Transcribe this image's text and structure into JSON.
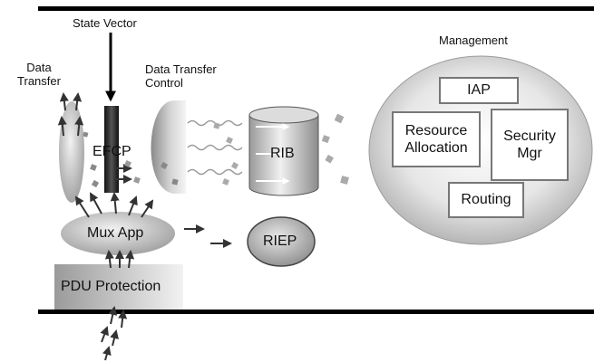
{
  "labels": {
    "state_vector": "State Vector",
    "data_transfer_line1": "Data",
    "data_transfer_line2": "Transfer",
    "dtc_line1": "Data Transfer",
    "dtc_line2": "Control",
    "management": "Management",
    "efcp": "EFCP",
    "rib": "RIB",
    "mux_app": "Mux App",
    "riep": "RIEP",
    "pdu_protection": "PDU Protection"
  },
  "management_boxes": {
    "iap": "IAP",
    "resource_line1": "Resource",
    "resource_line2": "Allocation",
    "security_line1": "Security",
    "security_line2": "Mgr",
    "routing": "Routing"
  }
}
